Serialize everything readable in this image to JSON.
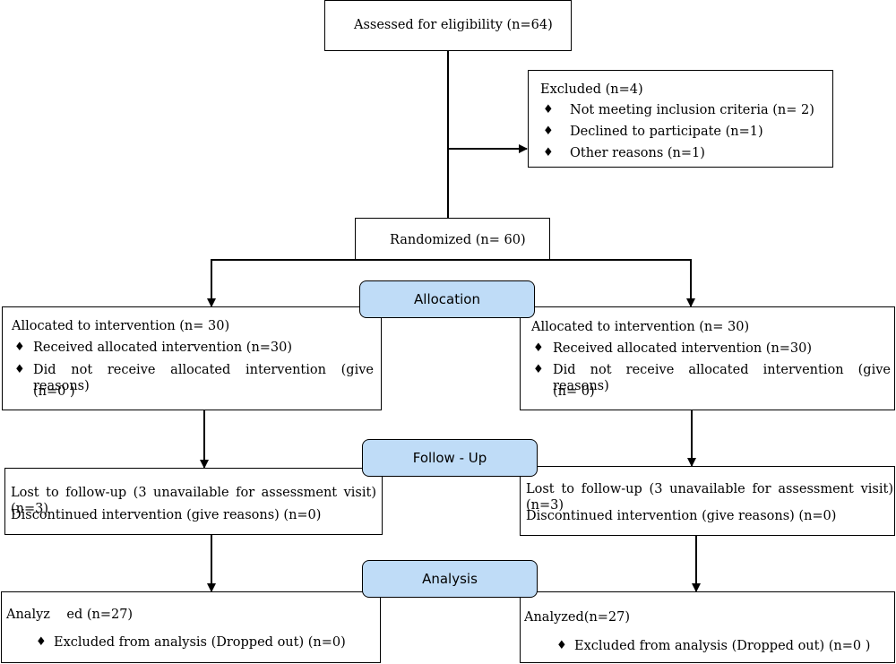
{
  "eligibility": {
    "text": "Assessed for eligibility (n=64)"
  },
  "excluded": {
    "title": "Excluded (n=4)",
    "items": [
      "Not meeting inclusion criteria (n= 2)",
      "Declined to participate (n=1)",
      "Other reasons (n=1)"
    ]
  },
  "randomized": {
    "text": "Randomized (n= 60)"
  },
  "phases": {
    "allocation": "Allocation",
    "followup": "Follow - Up",
    "analysis": "Analysis"
  },
  "left": {
    "allocation": {
      "title": "Allocated to intervention (n= 30)",
      "received": "Received allocated intervention (n=30)",
      "not_received": "Did not receive allocated intervention (give reasons)",
      "not_received_n": "(n=0 )"
    },
    "followup": {
      "lost": "Lost to follow-up (3 unavailable for assessment visit) (n=3)",
      "discontinued": "Discontinued intervention (give reasons) (n=0)"
    },
    "analysis": {
      "title": "Analyz    ed (n=27)",
      "excluded": "Excluded from analysis (Dropped out) (n=0)"
    }
  },
  "right": {
    "allocation": {
      "title": "Allocated to intervention (n=          30)",
      "received": "Received allocated intervention (n=30)",
      "not_received": "Did not receive allocated intervention (give reasons)",
      "not_received_n": "(n= 0)"
    },
    "followup": {
      "lost": "Lost to follow-up (3 unavailable for assessment visit) (n=3)",
      "discontinued": "Discontinued intervention (give reasons) (n=0)"
    },
    "analysis": {
      "title": "Analyzed(n=27)",
      "excluded": "Excluded from analysis (Dropped out) (n=0 )"
    }
  },
  "bullet_symbol": "♦"
}
